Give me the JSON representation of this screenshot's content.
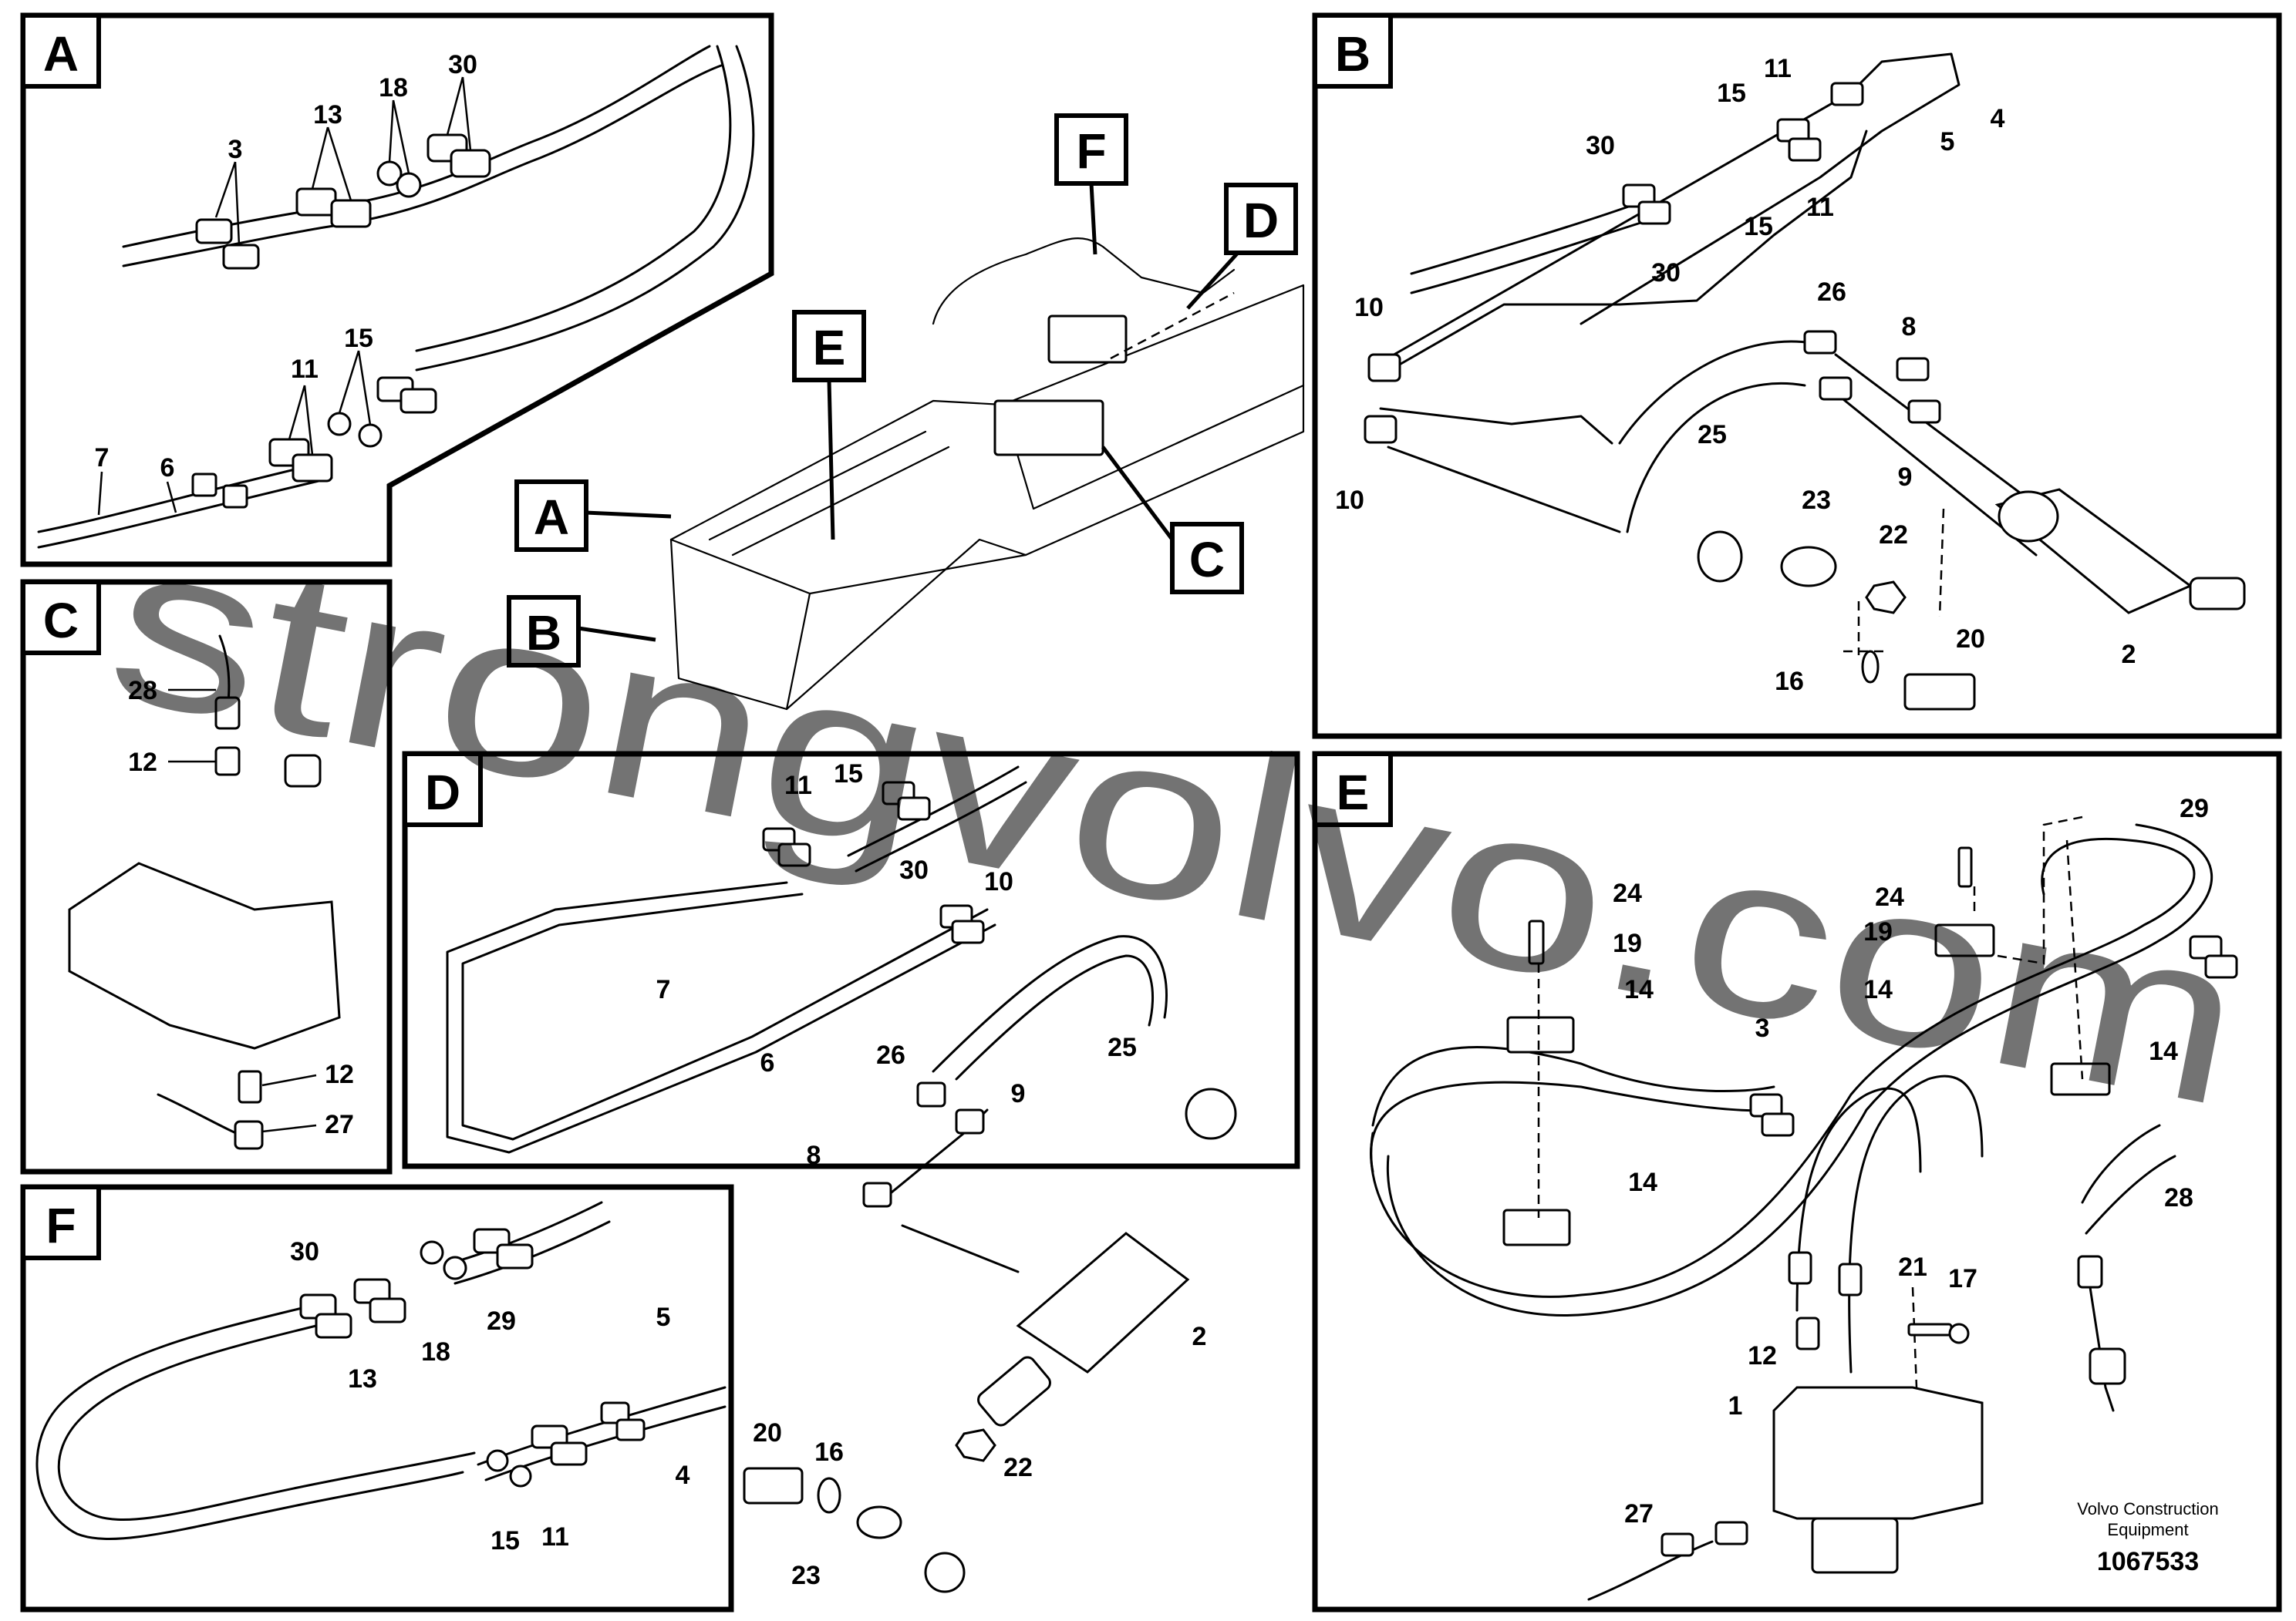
{
  "panels": {
    "A": {
      "letter": "A",
      "labels": [
        "3",
        "13",
        "18",
        "30",
        "11",
        "15",
        "7",
        "6"
      ]
    },
    "B": {
      "letter": "B",
      "labels": [
        "15",
        "11",
        "5",
        "4",
        "30",
        "15",
        "11",
        "30",
        "10",
        "26",
        "8",
        "25",
        "10",
        "9",
        "23",
        "22",
        "2",
        "20",
        "16"
      ]
    },
    "C": {
      "letter": "C",
      "labels": [
        "28",
        "12",
        "12",
        "27"
      ]
    },
    "D": {
      "letter": "D",
      "labels": [
        "11",
        "15",
        "30",
        "10",
        "7",
        "6",
        "26",
        "25",
        "9",
        "8",
        "2",
        "20",
        "16",
        "22",
        "23"
      ]
    },
    "E": {
      "letter": "E",
      "labels": [
        "29",
        "24",
        "19",
        "14",
        "24",
        "19",
        "14",
        "14",
        "3",
        "14",
        "28",
        "21",
        "17",
        "12",
        "1",
        "27"
      ]
    },
    "F": {
      "letter": "F",
      "labels": [
        "30",
        "13",
        "18",
        "29",
        "5",
        "4",
        "15",
        "11"
      ]
    }
  },
  "overview": {
    "callouts": [
      "F",
      "E",
      "D",
      "A",
      "B",
      "C"
    ]
  },
  "footer": {
    "company_line1": "Volvo Construction",
    "company_line2": "Equipment",
    "drawing_number": "1067533"
  },
  "watermark": "strongvolvo.com",
  "colors": {
    "watermark": "#e07f86",
    "ink": "#000000"
  }
}
